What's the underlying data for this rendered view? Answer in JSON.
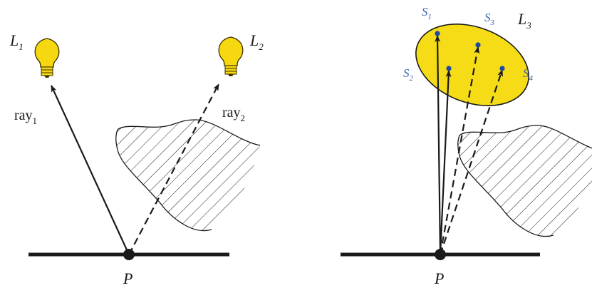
{
  "colors": {
    "ink": "#1a1a1a",
    "bulb": "#f5d80f",
    "bulb_stroke": "#3a3000",
    "area_light": "#f5dc17",
    "sample_point": "#1f4aa0",
    "sample_label": "#3a64ad"
  },
  "left_panel": {
    "light1": {
      "name": "L",
      "sub": "1"
    },
    "light2": {
      "name": "L",
      "sub": "2"
    },
    "ray1": {
      "name": "ray",
      "sub": "1"
    },
    "ray2": {
      "name": "ray",
      "sub": "2"
    },
    "point": "P"
  },
  "right_panel": {
    "area_light": {
      "name": "L",
      "sub": "3"
    },
    "samples": [
      {
        "name": "S",
        "sub": "1"
      },
      {
        "name": "S",
        "sub": "2"
      },
      {
        "name": "S",
        "sub": "3"
      },
      {
        "name": "S",
        "sub": "4"
      }
    ],
    "point": "P"
  }
}
